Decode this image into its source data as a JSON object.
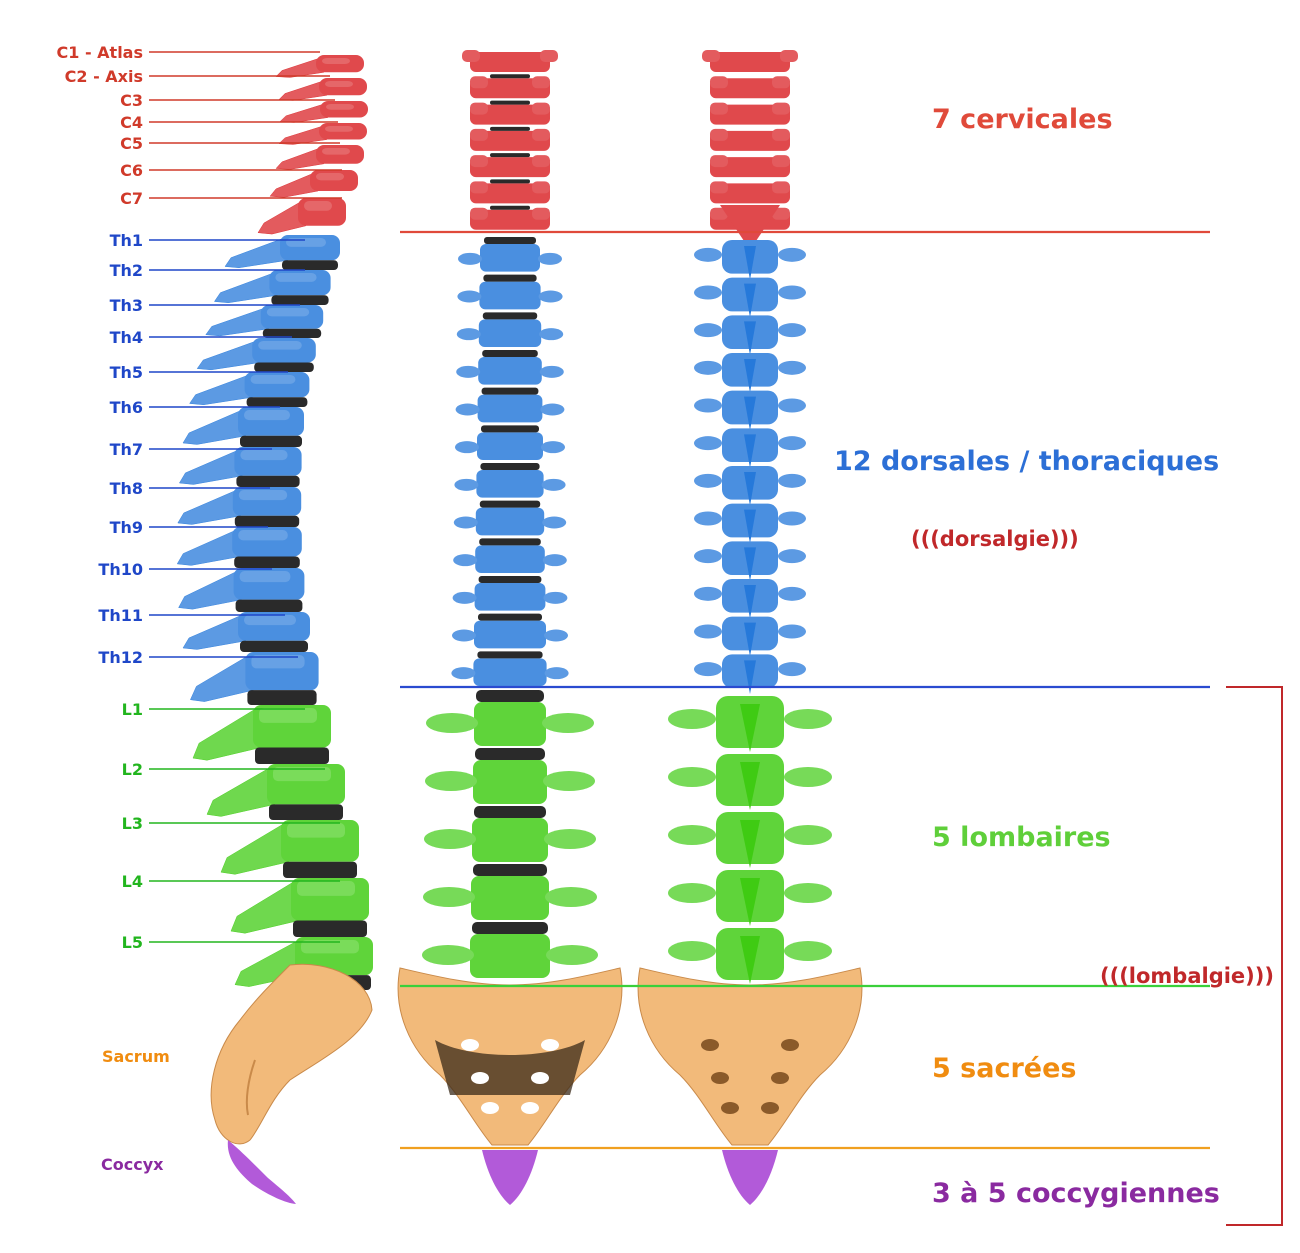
{
  "colors": {
    "cervical": "#e0494c",
    "cervical_label": "#d03a2a",
    "thoracic": "#4a8fe0",
    "thoracic_label": "#1f47c8",
    "lumbar": "#5fd43a",
    "lumbar_label": "#22b51e",
    "sacral": "#f2ba7a",
    "sacral_label": "#f08c10",
    "coccyx": "#b25ad9",
    "coccyx_label": "#8a2aa0",
    "disc": "#2a2a2a",
    "bracket": "#c0282a",
    "note": "#c0282a"
  },
  "lateral_labels": [
    {
      "text": "C1 - Atlas",
      "group": "cervical"
    },
    {
      "text": "C2 - Axis",
      "group": "cervical"
    },
    {
      "text": "C3",
      "group": "cervical"
    },
    {
      "text": "C4",
      "group": "cervical"
    },
    {
      "text": "C5",
      "group": "cervical"
    },
    {
      "text": "C6",
      "group": "cervical"
    },
    {
      "text": "C7",
      "group": "cervical"
    },
    {
      "text": "Th1",
      "group": "thoracic"
    },
    {
      "text": "Th2",
      "group": "thoracic"
    },
    {
      "text": "Th3",
      "group": "thoracic"
    },
    {
      "text": "Th4",
      "group": "thoracic"
    },
    {
      "text": "Th5",
      "group": "thoracic"
    },
    {
      "text": "Th6",
      "group": "thoracic"
    },
    {
      "text": "Th7",
      "group": "thoracic"
    },
    {
      "text": "Th8",
      "group": "thoracic"
    },
    {
      "text": "Th9",
      "group": "thoracic"
    },
    {
      "text": "Th10",
      "group": "thoracic"
    },
    {
      "text": "Th11",
      "group": "thoracic"
    },
    {
      "text": "Th12",
      "group": "thoracic"
    },
    {
      "text": "L1",
      "group": "lumbar"
    },
    {
      "text": "L2",
      "group": "lumbar"
    },
    {
      "text": "L3",
      "group": "lumbar"
    },
    {
      "text": "L4",
      "group": "lumbar"
    },
    {
      "text": "L5",
      "group": "lumbar"
    }
  ],
  "sacrum_label": "Sacrum",
  "coccyx_label": "Coccyx",
  "regions": {
    "cervical": "7 cervicales",
    "thoracic": "12 dorsales / thoraciques",
    "lumbar": "5 lombaires",
    "sacral": "5 sacrées",
    "coccygeal": "3 à 5 coccygiennes"
  },
  "notes": {
    "dorsalgia": "(((dorsalgie)))",
    "lumbago": "(((lombalgie)))"
  }
}
